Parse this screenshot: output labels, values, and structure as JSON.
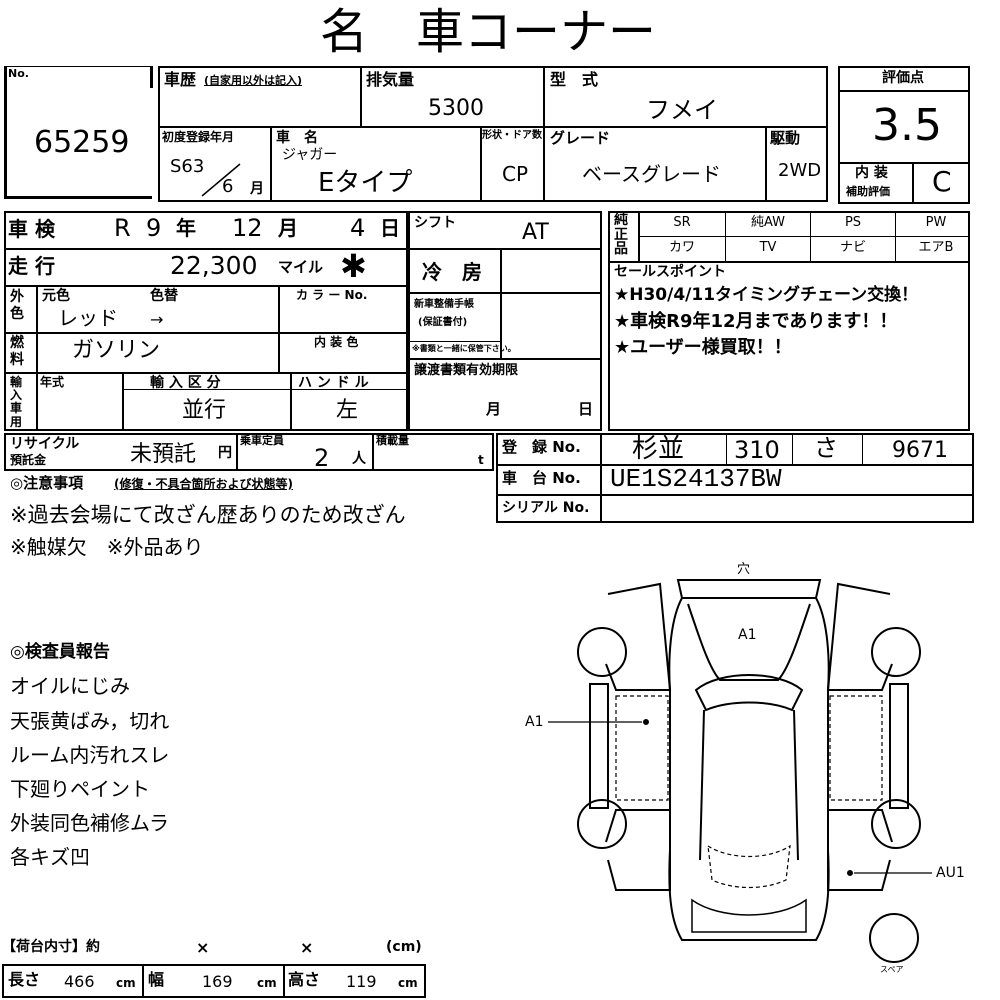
{
  "header": {
    "title": "名　車コーナー"
  },
  "lot": {
    "label": "No.",
    "number": "65259"
  },
  "history": {
    "label": "車歴",
    "sublabel": "(自家用以外は記入)"
  },
  "displacement": {
    "label": "排気量",
    "value": "5300"
  },
  "model": {
    "label": "型　式",
    "value": "フメイ"
  },
  "grade_score": {
    "label": "評価点",
    "value": "3.5",
    "interior_label": "内 装",
    "interior_sub": "補助評価",
    "interior_value": "C"
  },
  "first_reg": {
    "label": "初度登録年月",
    "era": "S63",
    "month": "6",
    "month_unit": "月"
  },
  "car_name": {
    "label": "車　名",
    "maker": "ジャガー",
    "value": "Eタイプ"
  },
  "body_doors": {
    "label": "形状・ドア数",
    "value": "CP"
  },
  "grade": {
    "label": "グレード",
    "value": "ベースグレード"
  },
  "drive": {
    "label": "駆動",
    "value": "2WD"
  },
  "inspection": {
    "label": "車 検",
    "era": "R",
    "year": "9",
    "year_unit": "年",
    "month": "12",
    "month_unit": "月",
    "day": "4",
    "day_unit": "日"
  },
  "shift": {
    "label": "シフト",
    "value": "AT"
  },
  "equipment": {
    "label": "純正品",
    "row1": [
      "SR",
      "純AW",
      "PS",
      "PW"
    ],
    "row2": [
      "カワ",
      "TV",
      "ナビ",
      "エアB"
    ]
  },
  "mileage": {
    "label": "走 行",
    "value": "22,300",
    "unit": "マイル",
    "mark": "✱"
  },
  "aircon": {
    "label": "冷　房"
  },
  "sales_points": {
    "label": "セールスポイント",
    "lines": [
      "★H30/4/11タイミングチェーン交換！",
      "★車検R9年12月まであります！！",
      "★ユーザー様買取！！"
    ]
  },
  "color": {
    "section": "外色",
    "orig_label": "元色",
    "repaint_label": "色替",
    "orig_value": "レッド",
    "arrow": "→",
    "color_no_label": "カ ラ ー No."
  },
  "fuel": {
    "section": "燃料",
    "value": "ガソリン",
    "interior_color_label": "内 装 色"
  },
  "maintenance": {
    "label": "新車整備手帳",
    "sub": "(保証書付)",
    "note": "※書類と一緒に保管下さい。"
  },
  "import": {
    "section": "輸入車用",
    "year_label": "年式",
    "type_label": "輸 入 区 分",
    "type_value": "並行",
    "handle_label": "ハ ン ド ル",
    "handle_value": "左"
  },
  "transfer": {
    "label": "譲渡書類有効期限",
    "month_unit": "月",
    "day_unit": "日"
  },
  "recycle": {
    "label1": "リサイクル",
    "label2": "預託金",
    "value": "未預託",
    "unit": "円"
  },
  "capacity": {
    "label": "乗車定員",
    "value": "2",
    "unit": "人"
  },
  "load": {
    "label": "積載量",
    "unit": "t"
  },
  "registration": {
    "label": "登　録 No.",
    "region": "杉並",
    "class": "310",
    "kana": "さ",
    "number": "9671"
  },
  "chassis": {
    "label": "車　台 No.",
    "value": "UE1S24137BW"
  },
  "serial": {
    "label": "シリアル No."
  },
  "notes": {
    "label": "◎注意事項",
    "sub": "(修復・不具合箇所および状態等)",
    "lines": [
      "※過去会場にて改ざん歴ありのため改ざん",
      "※触媒欠　※外品あり"
    ]
  },
  "inspector": {
    "label": "◎検査員報告",
    "lines": [
      "オイルにじみ",
      "天張黄ばみ，切れ",
      "ルーム内汚れスレ",
      "下廻りペイント",
      "外装同色補修ムラ",
      "各キズ凹"
    ]
  },
  "diagram": {
    "top_label": "穴",
    "a1_roof": "A1",
    "a1_left": "A1",
    "au1": "AU1",
    "spare": "スペア"
  },
  "cargo": {
    "title": "【荷台内寸】約",
    "x1": "×",
    "x2": "×",
    "unit_paren": "(cm)",
    "length_label": "長さ",
    "length": "466",
    "width_label": "幅",
    "width": "169",
    "height_label": "高さ",
    "height": "119",
    "cm": "cm"
  }
}
